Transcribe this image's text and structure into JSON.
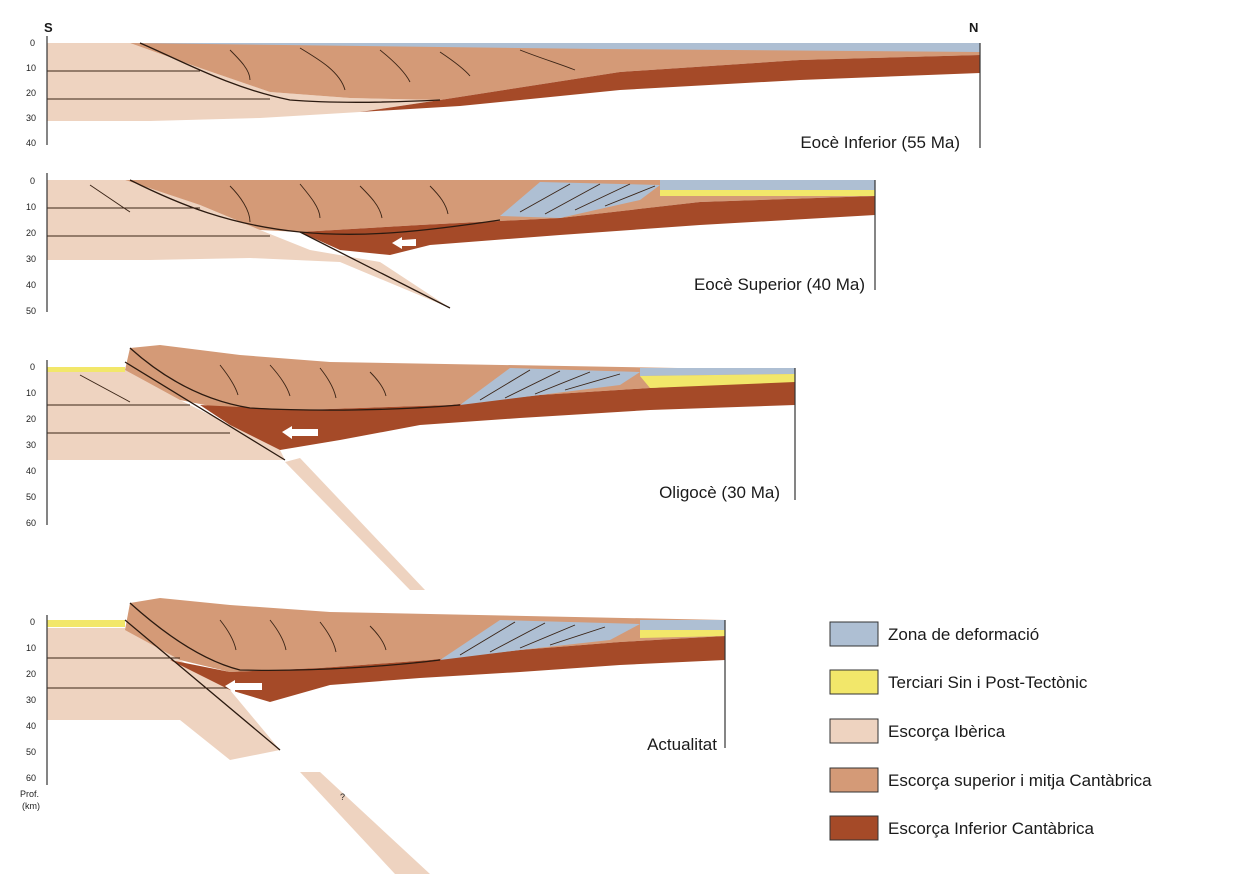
{
  "compass": {
    "south": "S",
    "north": "N"
  },
  "sections": [
    {
      "label": "Eocè Inferior (55 Ma)",
      "ticks": [
        "0",
        "10",
        "20",
        "30",
        "40"
      ]
    },
    {
      "label": "Eocè Superior (40 Ma)",
      "ticks": [
        "0",
        "10",
        "20",
        "30",
        "40",
        "50"
      ]
    },
    {
      "label": "Oligocè (30 Ma)",
      "ticks": [
        "0",
        "10",
        "20",
        "30",
        "40",
        "50",
        "60"
      ]
    },
    {
      "label": "Actualitat",
      "ticks": [
        "0",
        "10",
        "20",
        "30",
        "40",
        "50",
        "60"
      ],
      "unknown_mark": "?"
    }
  ],
  "depth_axis": {
    "label_line1": "Prof.",
    "label_line2": "(km)"
  },
  "legend": [
    {
      "label": "Zona de deformació",
      "color": "#aebfd3"
    },
    {
      "label": "Terciari Sin i Post-Tectònic",
      "color": "#f2e76a"
    },
    {
      "label": "Escorça Ibèrica",
      "color": "#eed3c0"
    },
    {
      "label": "Escorça superior i mitja Cantàbrica",
      "color": "#d49a77"
    },
    {
      "label": "Escorça Inferior Cantàbrica",
      "color": "#a54a28"
    }
  ]
}
